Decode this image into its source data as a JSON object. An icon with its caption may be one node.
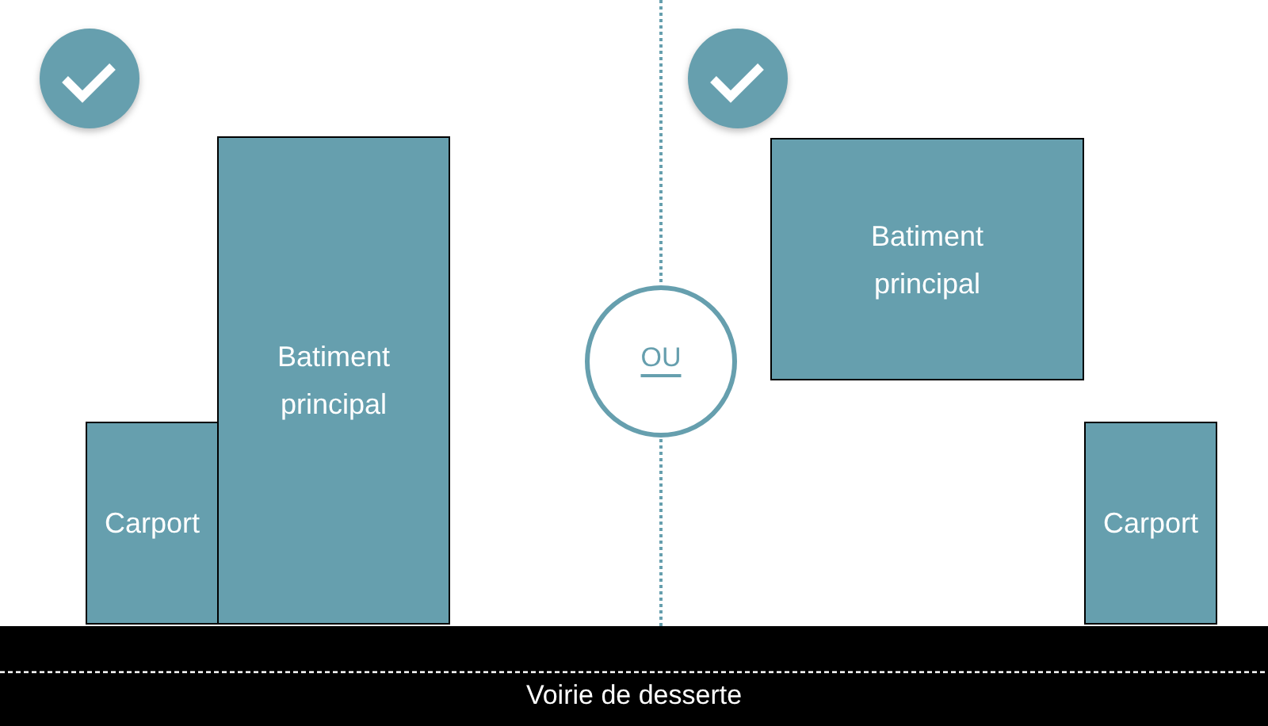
{
  "diagram": {
    "nodes": [
      {
        "text": [
          "Carport"
        ]
      },
      {
        "text": [
          "Batiment principal"
        ]
      },
      {
        "text": [
          "OU"
        ]
      },
      {
        "text": [
          "Batiment principal"
        ]
      },
      {
        "text": [
          "Carport"
        ]
      },
      {
        "text": [
          "Voirie de desserte"
        ]
      }
    ]
  }
}
